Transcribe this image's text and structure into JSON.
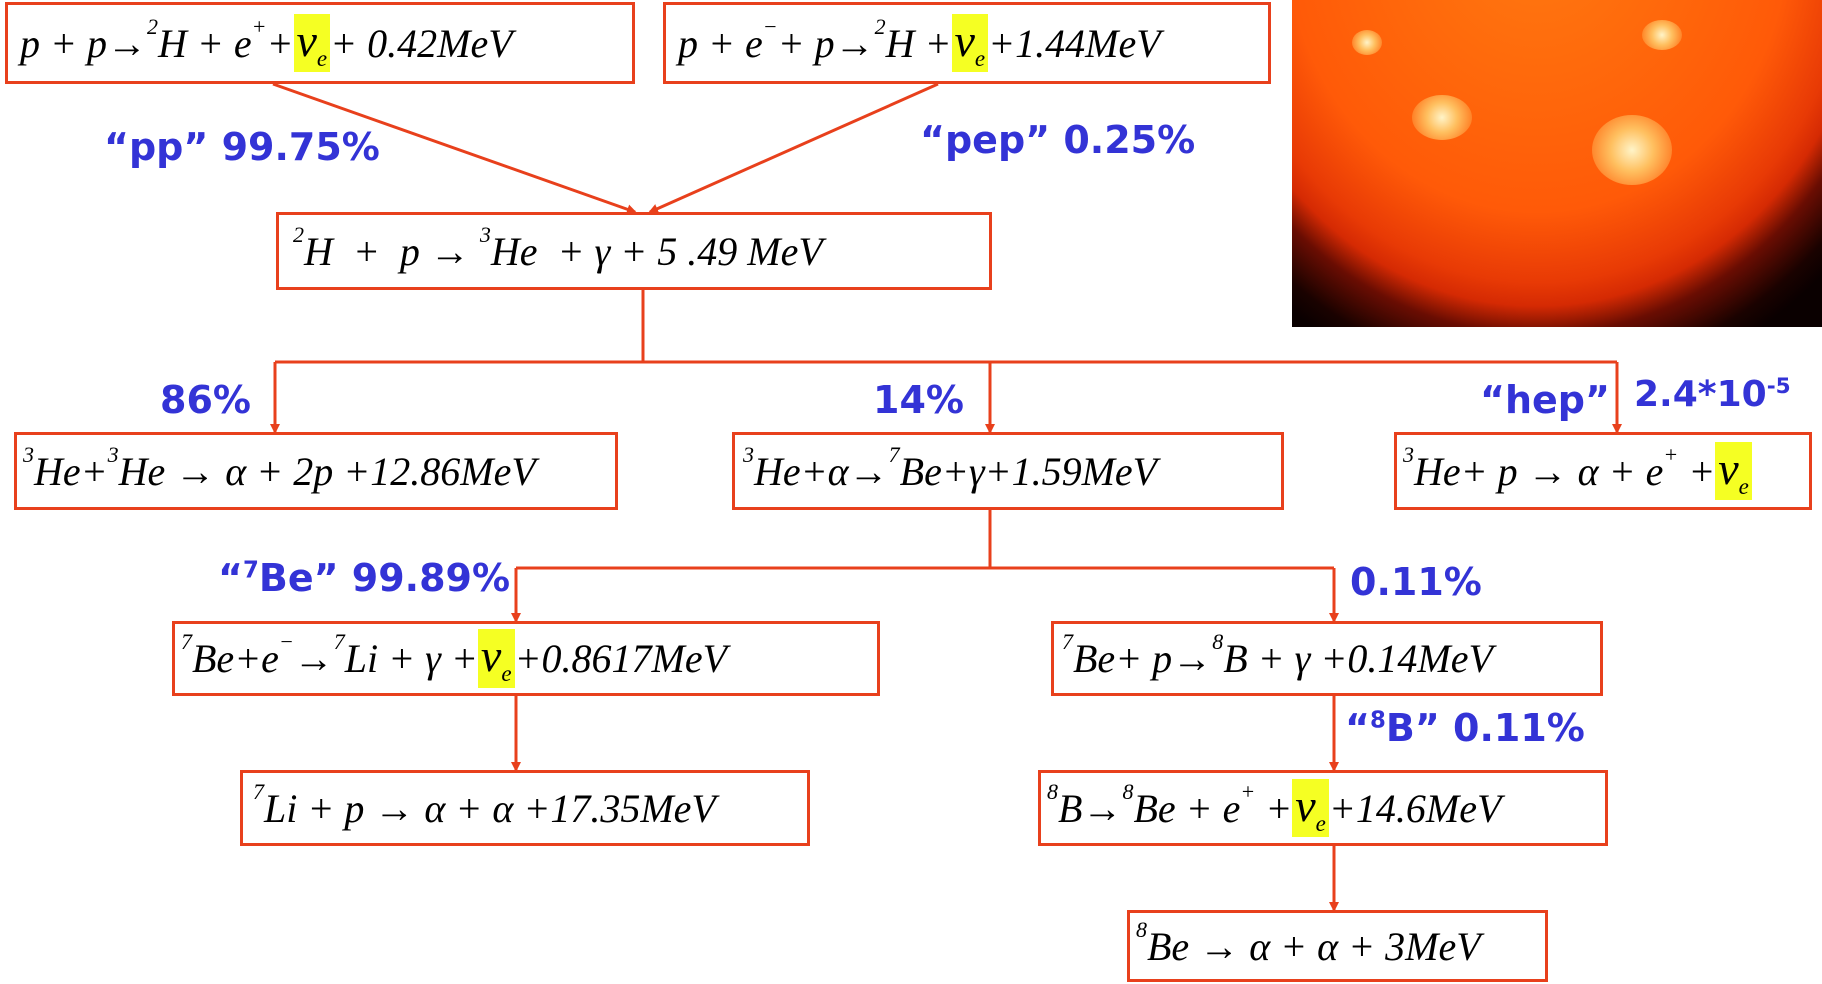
{
  "nu": {
    "main": "ν",
    "sub": "e"
  },
  "colors": {
    "frame": "#e8401c",
    "label": "#3333d6",
    "highlight": "#f5ff23"
  },
  "labels": {
    "pp": "“pp” 99.75%",
    "pep": "“pep” 0.25%",
    "b86": "86%",
    "b14": "14%",
    "hep": "“hep”",
    "hep_value": "2.4*10",
    "hep_exp": "-5",
    "be7_pre": "“",
    "be7_sup": "7",
    "be7_post": "Be” 99.89%",
    "b011": "0.11%",
    "b8_pre": "“",
    "b8_sup": "8",
    "b8_post": "B” 0.11%"
  },
  "reactions": {
    "pp": {
      "a": "p + p→",
      "a_sup": "2",
      "b": "H + e",
      "b_sup": "+",
      "c": " + ",
      "d": " + 0.42MeV"
    },
    "pep": {
      "a": "p + e",
      "a_sup": "−",
      "b": " + p→",
      "b_sup": "2",
      "c": "H + ",
      "d": " +1.44MeV"
    },
    "deut": {
      "s1": "2",
      "a": "H  +  p → ",
      "s2": "3",
      "b": "He  + γ + 5 .49 MeV"
    },
    "he3he3": {
      "s1": "3",
      "a": "He+",
      "s2": "3",
      "b": "He → α + 2p +12.86MeV"
    },
    "he3alpha": {
      "s1": "3",
      "a": "He+α→",
      "s2": "7",
      "b": "Be+γ+1.59MeV"
    },
    "hep": {
      "s1": "3",
      "a": "He+ p → α + e",
      "s2": "+",
      "b": " +"
    },
    "be7e": {
      "s1": "7",
      "a": "Be+e",
      "s2": "−",
      "b": "→",
      "s3": "7",
      "c": "Li + γ +",
      "d": " +0.8617MeV"
    },
    "be7p": {
      "s1": "7",
      "a": "Be+ p→",
      "s2": "8",
      "b": "B + γ +0.14MeV"
    },
    "li7p": {
      "s1": "7",
      "a": "Li + p → α + α +17.35MeV"
    },
    "b8": {
      "s1": "8",
      "a": "B→",
      "s2": "8",
      "b": "Be + e",
      "s3": "+",
      "c": " +",
      "d": "+14.6MeV"
    },
    "be8": {
      "s1": "8",
      "a": "Be → α + α + 3MeV"
    }
  }
}
